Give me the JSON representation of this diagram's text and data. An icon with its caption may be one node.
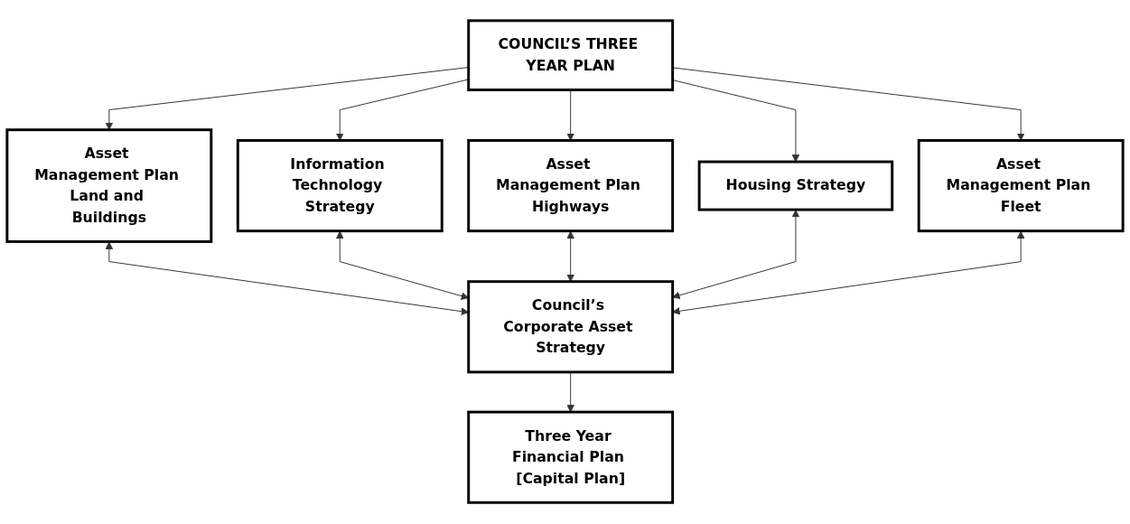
{
  "diagram": {
    "nodes": [
      {
        "text": [
          "COUNCIL’S THREE YEAR PLAN"
        ]
      },
      {
        "text": [
          "Asset Management Plan Land and Buildings"
        ]
      },
      {
        "text": [
          "Information Technology Strategy"
        ]
      },
      {
        "text": [
          "Asset Management Plan Highways"
        ]
      },
      {
        "text": [
          "Housing Strategy"
        ]
      },
      {
        "text": [
          "Asset Management Plan Fleet"
        ]
      },
      {
        "text": [
          "Council’s Corporate Asset Strategy"
        ]
      },
      {
        "text": [
          "Three Year Financial Plan [Capital Plan]"
        ]
      }
    ],
    "edges": [
      {
        "from": 0,
        "to": 1,
        "arrow": "to"
      },
      {
        "from": 0,
        "to": 2,
        "arrow": "to"
      },
      {
        "from": 0,
        "to": 3,
        "arrow": "to"
      },
      {
        "from": 0,
        "to": 4,
        "arrow": "to"
      },
      {
        "from": 0,
        "to": 5,
        "arrow": "to"
      },
      {
        "from": 1,
        "to": 6,
        "arrow": "both"
      },
      {
        "from": 2,
        "to": 6,
        "arrow": "both"
      },
      {
        "from": 3,
        "to": 6,
        "arrow": "both"
      },
      {
        "from": 4,
        "to": 6,
        "arrow": "both"
      },
      {
        "from": 5,
        "to": 6,
        "arrow": "both"
      },
      {
        "from": 6,
        "to": 7,
        "arrow": "to"
      }
    ]
  }
}
